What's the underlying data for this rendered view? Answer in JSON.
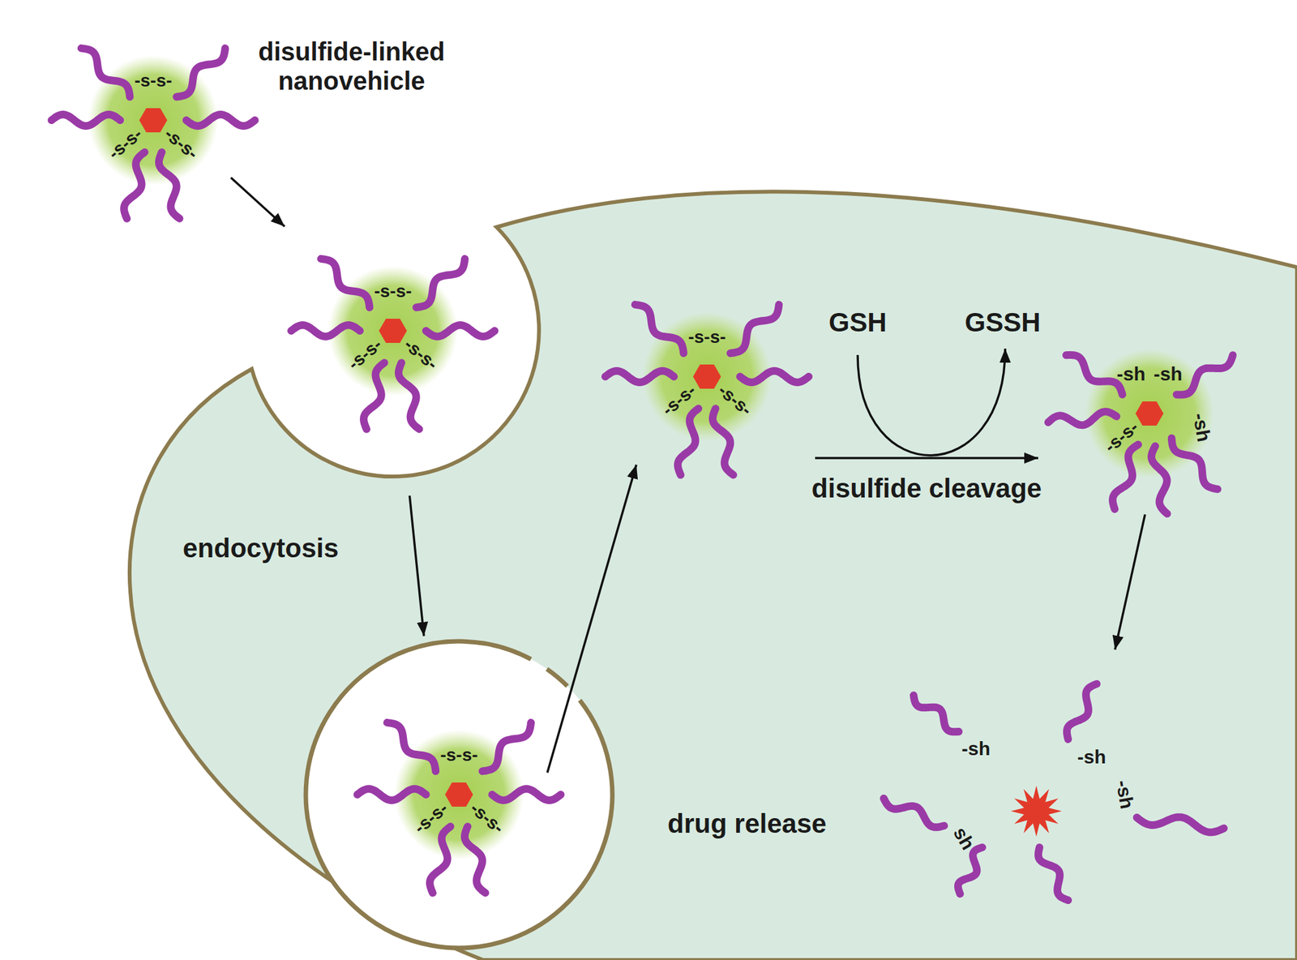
{
  "diagram": {
    "nodes": [
      {
        "text": [
          "disulfide-linked nanovehicle",
          "-s-s-",
          "-s-s-",
          "-s-s-"
        ]
      },
      {
        "text": [
          "-s-s-",
          "-s-s-",
          "-s-s-"
        ]
      },
      {
        "text": [
          "-s-s-",
          "-s-s-",
          "-s-s-"
        ]
      },
      {
        "text": [
          "-s-s-",
          "-s-s-",
          "-s-s-"
        ]
      },
      {
        "text": [
          "-sh",
          "-sh",
          "-sh",
          "-s-s-"
        ]
      },
      {
        "text": [
          "-sh",
          "-sh",
          "-sh",
          "sh"
        ]
      }
    ],
    "edges": [
      {
        "from": 0,
        "to": 1,
        "arrow": "to"
      },
      {
        "from": 1,
        "to": 2,
        "arrow": "to"
      },
      {
        "from": 2,
        "to": 3,
        "arrow": "to"
      },
      {
        "from": 3,
        "to": 4,
        "arrow": "to",
        "label": "disulfide cleavage"
      },
      {
        "from": 4,
        "to": 5,
        "arrow": "to"
      }
    ],
    "labels": [
      "endocytosis",
      "GSH",
      "GSSH",
      "drug release"
    ]
  }
}
